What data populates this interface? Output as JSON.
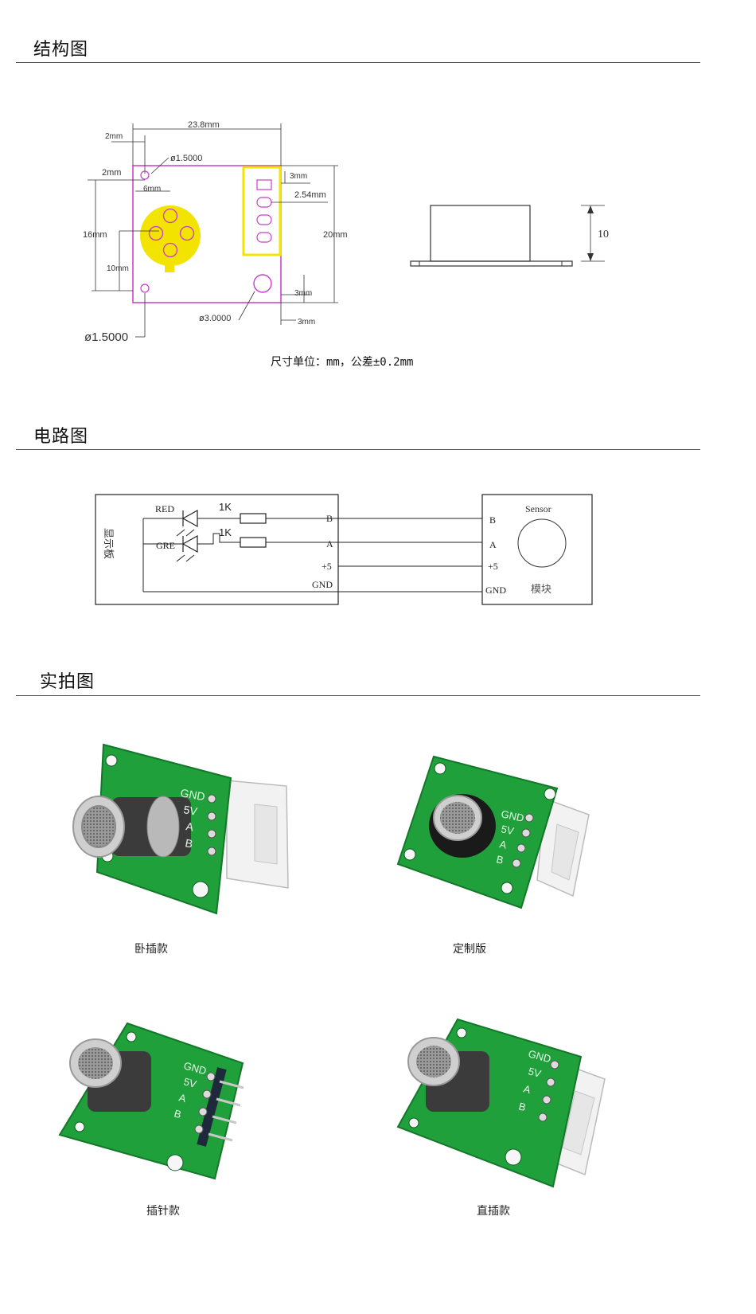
{
  "sections": {
    "structure_title": "结构图",
    "circuit_title": "电路图",
    "photo_title": "实拍图"
  },
  "structure": {
    "dims": {
      "width": "23.8mm",
      "left_margin": "2mm",
      "hole_dia_top": "ø1.5000",
      "top_margin": "2mm",
      "sensor_offset": "6mm",
      "height_left": "16mm",
      "lower_offset": "10mm",
      "hole_dia_bottom": "ø1.5000",
      "pin_top": "3mm",
      "pin_pitch": "2.54mm",
      "height_total": "20mm",
      "big_hole": "ø3.0000",
      "right_margin": "3mm",
      "bottom_margin": "3mm",
      "side_height": "10"
    },
    "note": "尺寸单位：mm，公差±0.2mm"
  },
  "circuit": {
    "display_board": "显示板",
    "red_label": "RED",
    "gre_label": "GRE",
    "res1": "1K",
    "res2": "1K",
    "pins_left": [
      "B",
      "A",
      "+5",
      "GND"
    ],
    "sensor_title": "Sensor",
    "pins_right": [
      "B",
      "A",
      "+5",
      "GND"
    ],
    "module": "模块"
  },
  "photos": {
    "pcb_labels": [
      "GND",
      "5V",
      "A",
      "B"
    ],
    "captions": [
      "卧插款",
      "定制版",
      "插针款",
      "直插款"
    ]
  },
  "colors": {
    "pcb_green": "#1fa03a",
    "pcb_silk": "#d9f2dc",
    "outline_pink": "#c83cc8",
    "sensor_yellow": "#f2e400",
    "rule": "#555555"
  }
}
